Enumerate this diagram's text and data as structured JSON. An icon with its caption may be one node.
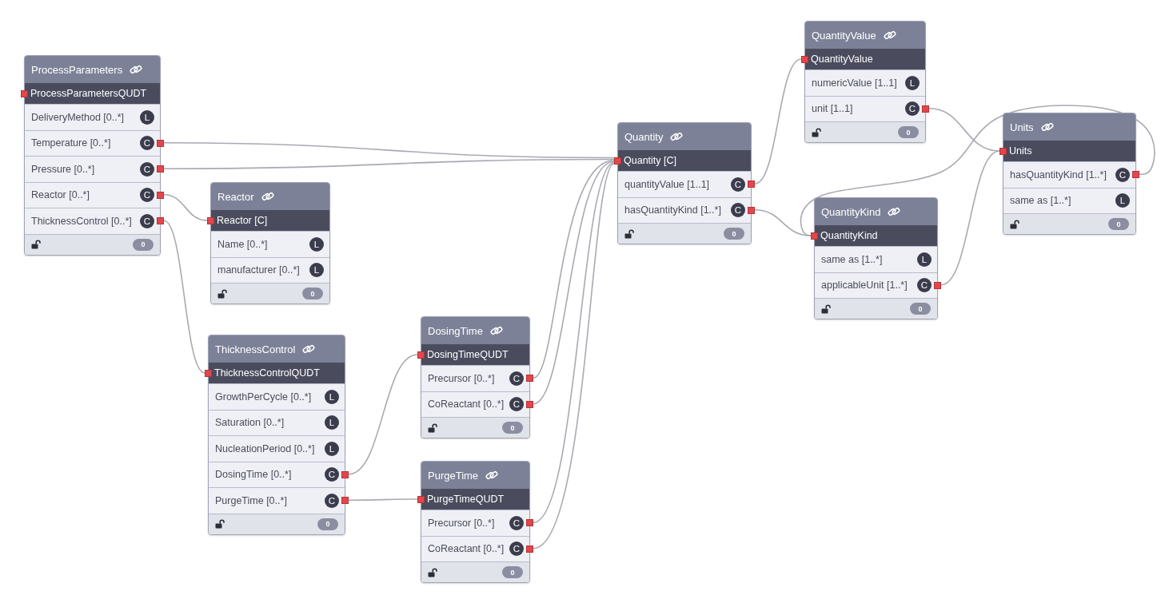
{
  "diagram": {
    "nodes": [
      {
        "text": [
          "ProcessParameters",
          "0"
        ]
      },
      {
        "text": [
          "ProcessParametersQUDT"
        ],
        "in": 0
      },
      {
        "text": [
          "DeliveryMethod [0..*]",
          "L"
        ],
        "in": 0
      },
      {
        "text": [
          "Temperature [0..*]",
          "C"
        ],
        "in": 0
      },
      {
        "text": [
          "Pressure [0..*]",
          "C"
        ],
        "in": 0
      },
      {
        "text": [
          "Reactor [0..*]",
          "C"
        ],
        "in": 0
      },
      {
        "text": [
          "ThicknessControl [0..*]",
          "C"
        ],
        "in": 0
      },
      {
        "text": [
          "Reactor",
          "0"
        ]
      },
      {
        "text": [
          "Reactor [C]"
        ],
        "in": 7
      },
      {
        "text": [
          "Name [0..*]",
          "L"
        ],
        "in": 7
      },
      {
        "text": [
          "manufacturer [0..*]",
          "L"
        ],
        "in": 7
      },
      {
        "text": [
          "ThicknessControl",
          "0"
        ]
      },
      {
        "text": [
          "ThicknessControlQUDT"
        ],
        "in": 11
      },
      {
        "text": [
          "GrowthPerCycle [0..*]",
          "L"
        ],
        "in": 11
      },
      {
        "text": [
          "Saturation [0..*]",
          "L"
        ],
        "in": 11
      },
      {
        "text": [
          "NucleationPeriod [0..*]",
          "L"
        ],
        "in": 11
      },
      {
        "text": [
          "DosingTime [0..*]",
          "C"
        ],
        "in": 11
      },
      {
        "text": [
          "PurgeTime [0..*]",
          "C"
        ],
        "in": 11
      },
      {
        "text": [
          "DosingTime",
          "0"
        ]
      },
      {
        "text": [
          "DosingTimeQUDT"
        ],
        "in": 18
      },
      {
        "text": [
          "Precursor [0..*]",
          "C"
        ],
        "in": 18
      },
      {
        "text": [
          "CoReactant [0..*]",
          "C"
        ],
        "in": 18
      },
      {
        "text": [
          "PurgeTime",
          "0"
        ]
      },
      {
        "text": [
          "PurgeTimeQUDT"
        ],
        "in": 22
      },
      {
        "text": [
          "Precursor [0..*]",
          "C"
        ],
        "in": 22
      },
      {
        "text": [
          "CoReactant [0..*]",
          "C"
        ],
        "in": 22
      },
      {
        "text": [
          "Quantity",
          "0"
        ]
      },
      {
        "text": [
          "Quantity [C]"
        ],
        "in": 26
      },
      {
        "text": [
          "quantityValue [1..1]",
          "C"
        ],
        "in": 26
      },
      {
        "text": [
          "hasQuantityKind [1..*]",
          "C"
        ],
        "in": 26
      },
      {
        "text": [
          "QuantityValue",
          "0"
        ]
      },
      {
        "text": [
          "QuantityValue"
        ],
        "in": 30
      },
      {
        "text": [
          "numericValue [1..1]",
          "L"
        ],
        "in": 30
      },
      {
        "text": [
          "unit [1..1]",
          "C"
        ],
        "in": 30
      },
      {
        "text": [
          "QuantityKind",
          "0"
        ]
      },
      {
        "text": [
          "QuantityKind"
        ],
        "in": 34
      },
      {
        "text": [
          "same as [1..*]",
          "L"
        ],
        "in": 34
      },
      {
        "text": [
          "applicableUnit [1..*]",
          "C"
        ],
        "in": 34
      },
      {
        "text": [
          "Units",
          "0"
        ]
      },
      {
        "text": [
          "Units"
        ],
        "in": 38
      },
      {
        "text": [
          "hasQuantityKind [1..*]",
          "C"
        ],
        "in": 38
      },
      {
        "text": [
          "same as [1..*]",
          "L"
        ],
        "in": 38
      }
    ],
    "edges": [
      {
        "from": 3,
        "to": 27,
        "arrow": "none"
      },
      {
        "from": 4,
        "to": 27,
        "arrow": "none"
      },
      {
        "from": 5,
        "to": 8,
        "arrow": "none"
      },
      {
        "from": 6,
        "to": 12,
        "arrow": "none"
      },
      {
        "from": 16,
        "to": 19,
        "arrow": "none"
      },
      {
        "from": 17,
        "to": 23,
        "arrow": "none"
      },
      {
        "from": 20,
        "to": 27,
        "arrow": "none"
      },
      {
        "from": 21,
        "to": 27,
        "arrow": "none"
      },
      {
        "from": 24,
        "to": 27,
        "arrow": "none"
      },
      {
        "from": 25,
        "to": 27,
        "arrow": "none"
      },
      {
        "from": 28,
        "to": 31,
        "arrow": "none"
      },
      {
        "from": 29,
        "to": 35,
        "arrow": "none"
      },
      {
        "from": 33,
        "to": 39,
        "arrow": "none"
      },
      {
        "from": 37,
        "to": 39,
        "arrow": "none"
      },
      {
        "from": 40,
        "to": 35,
        "arrow": "none"
      }
    ]
  }
}
